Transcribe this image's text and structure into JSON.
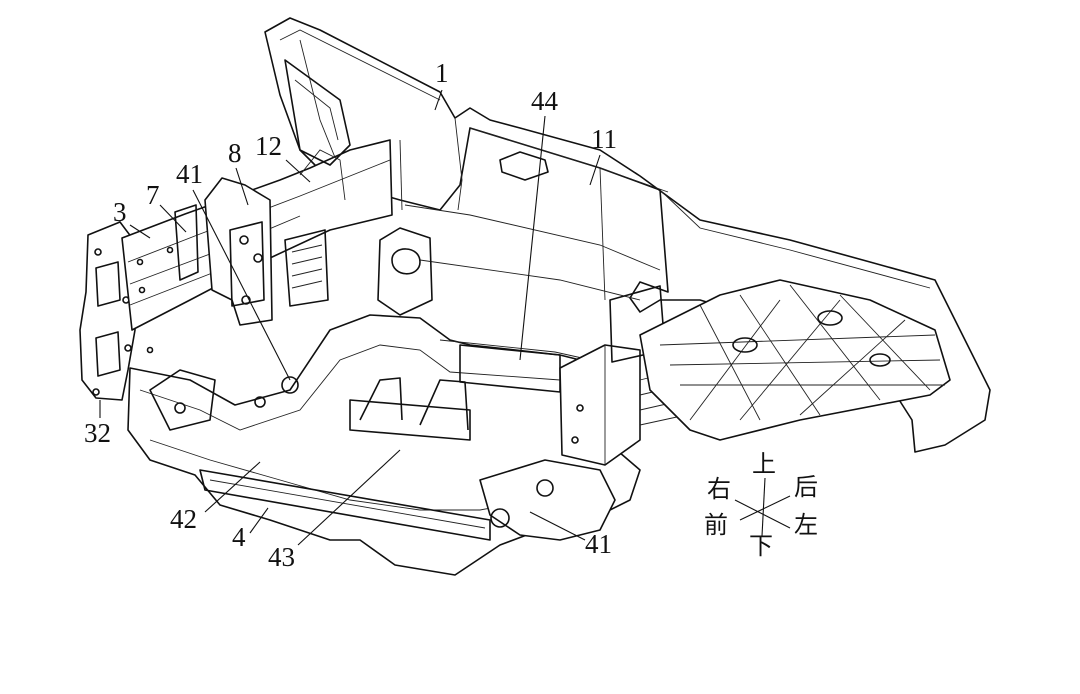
{
  "labels": {
    "l1": "1",
    "l44": "44",
    "l11": "11",
    "l12": "12",
    "l8": "8",
    "l41a": "41",
    "l3": "3",
    "l7": "7",
    "l32": "32",
    "l42": "42",
    "l4": "4",
    "l43": "43",
    "l41b": "41"
  },
  "compass": {
    "up": "上",
    "down": "下",
    "front": "前",
    "back": "后",
    "left": "左",
    "right": "右"
  }
}
